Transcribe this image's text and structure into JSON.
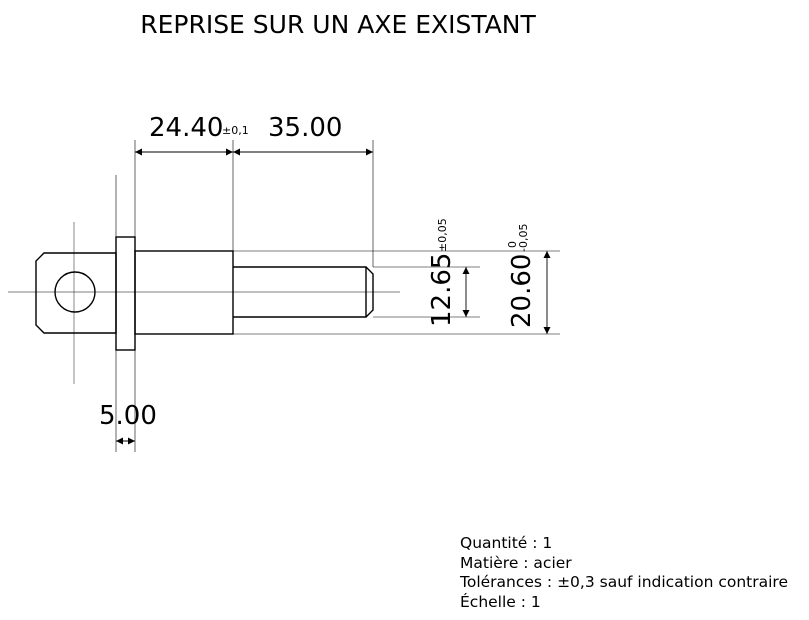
{
  "title": "REPRISE SUR UN AXE EXISTANT",
  "dimensions": {
    "length_1": {
      "value": "24.40",
      "tolerance": "±0,1"
    },
    "length_2": {
      "value": "35.00"
    },
    "flange_width": {
      "value": "5.00"
    },
    "diameter_small": {
      "value": "12.65",
      "tolerance": "±0,05"
    },
    "diameter_large": {
      "value": "20.60",
      "tolerance_upper": "0",
      "tolerance_lower": "-0,05"
    }
  },
  "notes": {
    "quantity": "Quantité : 1",
    "material": "Matière : acier",
    "tolerances": "Tolérances : ±0,3 sauf indication contraire",
    "scale": "Échelle : 1"
  }
}
